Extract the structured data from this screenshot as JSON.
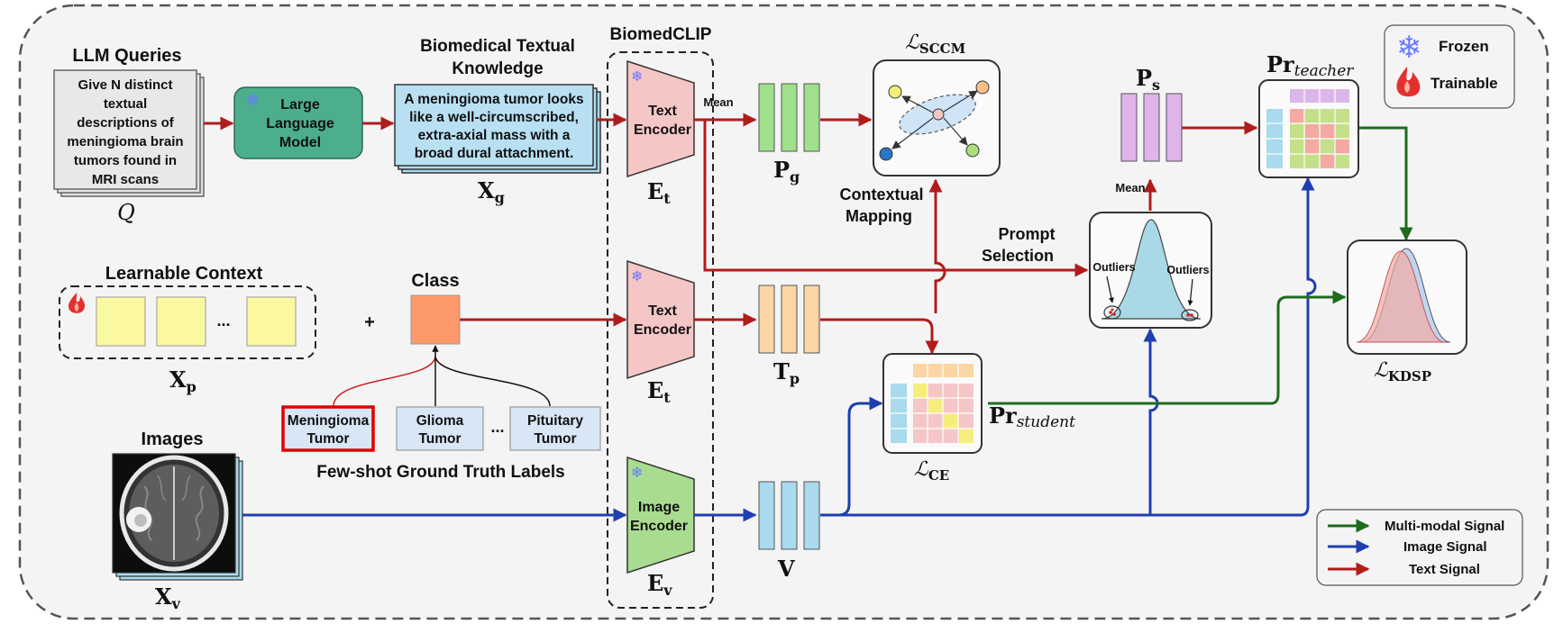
{
  "llm_queries": {
    "title": "LLM Queries",
    "lines": [
      "Give N distinct",
      "textual",
      "descriptions of",
      "meningioma brain",
      "tumors found in",
      "MRI scans"
    ],
    "symbol": "Q"
  },
  "llm": {
    "lines": [
      "Large",
      "Language",
      "Model"
    ]
  },
  "knowledge": {
    "title_lines": [
      "Biomedical Textual",
      "Knowledge"
    ],
    "lines": [
      "A meningioma tumor looks",
      "like a well-circumscribed,",
      "extra-axial mass with a",
      "broad dural attachment."
    ],
    "symbol": "X",
    "symbol_sub": "g"
  },
  "biomedclip": {
    "title": "BiomedCLIP"
  },
  "encoders": {
    "text1": {
      "lines": [
        "Text",
        "Encoder"
      ],
      "symbol": "E",
      "sub": "t"
    },
    "text2": {
      "lines": [
        "Text",
        "Encoder"
      ],
      "symbol": "E",
      "sub": "t"
    },
    "image": {
      "lines": [
        "Image",
        "Encoder"
      ],
      "symbol": "E",
      "sub": "v"
    }
  },
  "mean_label": "Mean",
  "mean_label_2": "Mean",
  "pg": {
    "symbol": "P",
    "sub": "g"
  },
  "tp": {
    "symbol": "T",
    "sub": "p"
  },
  "v": {
    "symbol": "V"
  },
  "ps": {
    "symbol": "P",
    "sub": "s"
  },
  "sccm": {
    "symbol": "ℒ",
    "sub": "SCCM"
  },
  "ce": {
    "symbol": "ℒ",
    "sub": "CE"
  },
  "kdsp": {
    "symbol": "ℒ",
    "sub": "KDSP"
  },
  "contextual_mapping": [
    "Contextual",
    "Mapping"
  ],
  "prompt_selection": [
    "Prompt",
    "Selection"
  ],
  "outliers_left": "Outliers",
  "outliers_right": "Outliers",
  "learnable_context": {
    "title": "Learnable Context",
    "ellipsis": "...",
    "symbol": "X",
    "sub": "p"
  },
  "plus": "+",
  "class_title": "Class",
  "labels": {
    "meningioma": [
      "Meningioma",
      "Tumor"
    ],
    "glioma": [
      "Glioma",
      "Tumor"
    ],
    "ellipsis": "...",
    "pituitary": [
      "Pituitary",
      "Tumor"
    ],
    "caption": "Few-shot Ground Truth Labels"
  },
  "images": {
    "title": "Images",
    "symbol": "X",
    "sub": "v"
  },
  "pr_teacher": {
    "symbol": "Pr",
    "sub": "teacher"
  },
  "pr_student": {
    "symbol": "Pr",
    "sub": "student"
  },
  "legend_top": {
    "frozen": "Frozen",
    "trainable": "Trainable"
  },
  "legend_signals": [
    {
      "label": "Multi-modal Signal",
      "color": "#1e6b1e"
    },
    {
      "label": "Image Signal",
      "color": "#1f3fb0"
    },
    {
      "label": "Text Signal",
      "color": "#b01c1c"
    }
  ],
  "colors": {
    "text_signal": "#b01c1c",
    "image_signal": "#1f3fb0",
    "multimodal_signal": "#1e6b1e",
    "frozen": "#6b7bff",
    "trainable": "#e53030"
  }
}
